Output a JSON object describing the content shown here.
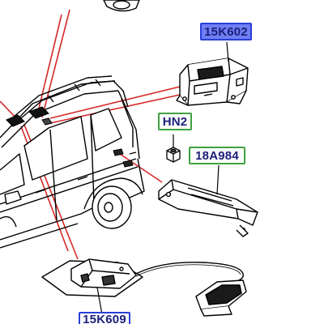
{
  "labels": {
    "part_15K602": {
      "text": "15K602",
      "fill": "#6f7ff3",
      "stroke": "#2a3fd6",
      "text_color": "#1b1f7a"
    },
    "part_HN2": {
      "text": "HN2",
      "fill": "#ffffff",
      "stroke": "#3fa03f",
      "text_color": "#1b1f7a"
    },
    "part_18A984": {
      "text": "18A984",
      "fill": "#ffffff",
      "stroke": "#3fa03f",
      "text_color": "#1b1f7a"
    },
    "part_15K609": {
      "text": "15K609",
      "fill": "#ffffff",
      "stroke": "#2a3fd6",
      "text_color": "#1b1f7a"
    }
  },
  "colors": {
    "line_art": "#000000",
    "callout_lines": "#d62828"
  }
}
